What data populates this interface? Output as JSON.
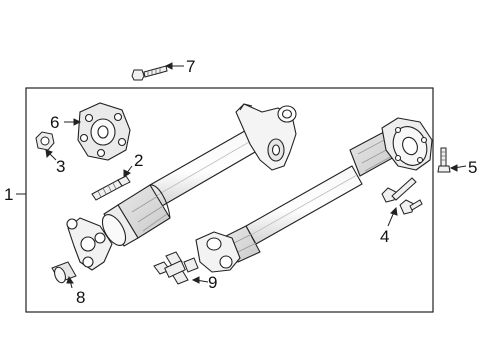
{
  "diagram": {
    "callouts": {
      "c1": "1",
      "c2": "2",
      "c3": "3",
      "c4": "4",
      "c5": "5",
      "c6": "6",
      "c7": "7",
      "c8": "8",
      "c9": "9"
    },
    "colors": {
      "line": "#222222",
      "shade": "#dcdcdc",
      "background": "#ffffff"
    }
  }
}
